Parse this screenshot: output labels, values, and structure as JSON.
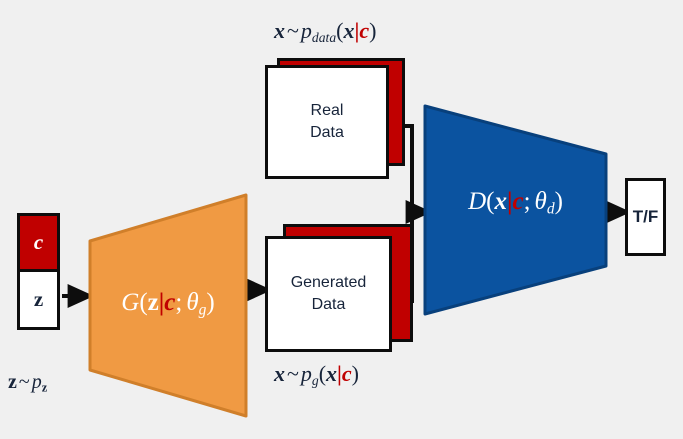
{
  "diagram": {
    "title": "Conditional GAN architecture",
    "background_color": "#f0f0f0",
    "colors": {
      "generator": "#f09a43",
      "discriminator": "#0b53a0",
      "condition_red": "#c00000",
      "outline": "#0d0d0d",
      "text": "#17243a"
    }
  },
  "input_vector": {
    "name": "noise-and-condition-vector",
    "condition_label": "c",
    "noise_label": "z",
    "caption_prefix": "z",
    "caption_tilde": "~",
    "caption_p": "p",
    "caption_sub": "z"
  },
  "generator": {
    "name": "generator",
    "fn": "G",
    "open": "(",
    "arg1": "z",
    "bar": "|",
    "arg2": "c",
    "semi": ";",
    "theta": "θ",
    "theta_sub": "g",
    "close": ")",
    "fill": "#f09a43",
    "stroke": "#d07f2a"
  },
  "discriminator": {
    "name": "discriminator",
    "fn": "D",
    "open": "(",
    "arg1": "x",
    "bar": "|",
    "arg2": "c",
    "semi": ";",
    "theta": "θ",
    "theta_sub": "d",
    "close": ")",
    "fill": "#0b53a0",
    "stroke": "#08407c"
  },
  "real_data": {
    "name": "real-data-card",
    "line1": "Real",
    "line2": "Data",
    "caption": {
      "x": "x",
      "tilde": "~",
      "p": "p",
      "p_sub": "data",
      "open": "(",
      "arg": "x",
      "bar": "|",
      "cond": "c",
      "close": ")"
    }
  },
  "generated_data": {
    "name": "generated-data-card",
    "line1": "Generated",
    "line2": "Data",
    "caption": {
      "x": "x",
      "tilde": "~",
      "p": "p",
      "p_sub": "g",
      "open": "(",
      "arg": "x",
      "bar": "|",
      "cond": "c",
      "close": ")"
    }
  },
  "output": {
    "name": "true-false-output",
    "label": "T/F"
  }
}
